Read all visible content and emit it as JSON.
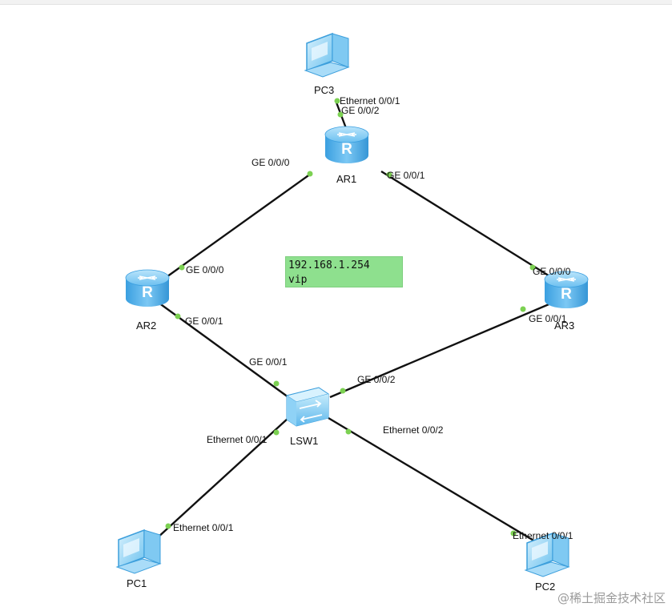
{
  "vip_note": {
    "line1": "192.168.1.254",
    "line2": "vip"
  },
  "devices": {
    "pc3": "PC3",
    "ar1": "AR1",
    "ar2": "AR2",
    "ar3": "AR3",
    "lsw1": "LSW1",
    "pc1": "PC1",
    "pc2": "PC2"
  },
  "ports": {
    "pc3_eth": "Ethernet 0/0/1",
    "ar1_ge002": "GE 0/0/2",
    "ar1_ge000": "GE 0/0/0",
    "ar1_ge001": "GE 0/0/1",
    "ar2_ge000": "GE 0/0/0",
    "ar2_ge001": "GE 0/0/1",
    "ar3_ge000": "GE 0/0/0",
    "ar3_ge001": "GE 0/0/1",
    "lsw_ge001": "GE 0/0/1",
    "lsw_ge002": "GE 0/0/2",
    "lsw_eth001": "Ethernet 0/0/1",
    "lsw_eth002": "Ethernet 0/0/2",
    "pc1_eth": "Ethernet 0/0/1",
    "pc2_eth": "Ethernet 0/0/1"
  },
  "watermark": "@稀土掘金技术社区",
  "colors": {
    "link": "#111111",
    "port_dot": "#7cd152",
    "device_blue": "#4aaee8",
    "vip_fill": "#8ee08e"
  }
}
